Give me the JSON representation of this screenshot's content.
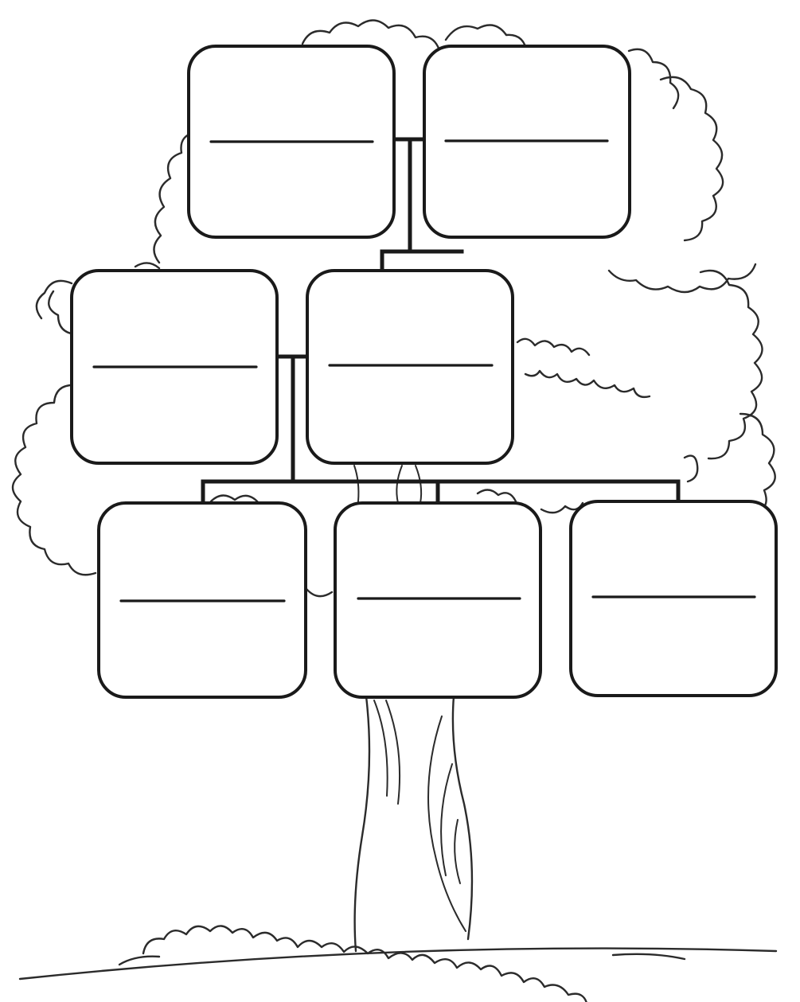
{
  "diagram": {
    "kind": "family-tree-template",
    "generations": [
      {
        "level": 1,
        "members": [
          {
            "name": ""
          },
          {
            "name": ""
          }
        ]
      },
      {
        "level": 2,
        "members": [
          {
            "name": ""
          },
          {
            "name": ""
          }
        ]
      },
      {
        "level": 3,
        "members": [
          {
            "name": ""
          },
          {
            "name": ""
          },
          {
            "name": ""
          }
        ]
      }
    ]
  }
}
